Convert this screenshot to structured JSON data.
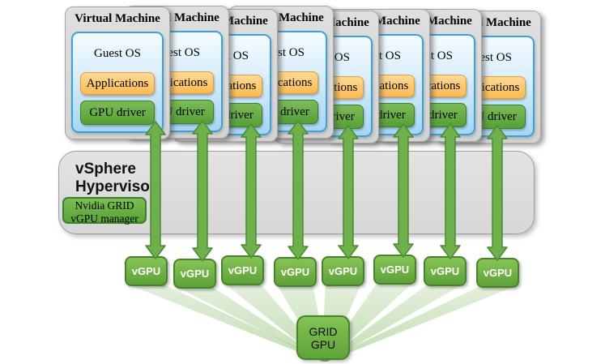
{
  "vm": {
    "title": "Virtual Machine",
    "guest_os": "Guest OS",
    "applications": "Applications",
    "gpu_driver": "GPU driver",
    "count": 8
  },
  "hypervisor": {
    "title_line1": "vSphere",
    "title_line2": "Hypervisor",
    "manager_line1": "Nvidia GRID",
    "manager_line2": "vGPU manager"
  },
  "vgpu": {
    "label": "vGPU",
    "count": 8
  },
  "grid_gpu": {
    "line1": "GRID",
    "line2": "GPU"
  },
  "colors": {
    "vm_gray": "#d9d9d9",
    "guest_os_blue_border": "#3fa0d8",
    "guest_os_blue_fill": "#bfe2f8",
    "applications_orange": "#fbc267",
    "applications_border": "#e59b36",
    "green_fill": "#64a93e",
    "green_border": "#47832c",
    "arrow_green": "#6eb04b",
    "beam_green": "#a9cf8d"
  }
}
